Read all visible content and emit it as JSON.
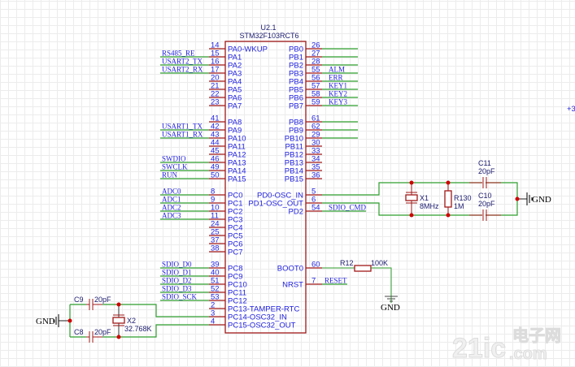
{
  "chip": {
    "ref": "U2.1",
    "part": "STM32F103RCT6",
    "left_groups": [
      [
        {
          "num": "14",
          "name": "PA0-WKUP"
        },
        {
          "num": "15",
          "name": "PA1",
          "net": "RS485_RE"
        },
        {
          "num": "16",
          "name": "PA2",
          "net": "USART2_TX"
        },
        {
          "num": "17",
          "name": "PA3",
          "net": "USART2_RX"
        },
        {
          "num": "20",
          "name": "PA4"
        },
        {
          "num": "21",
          "name": "PA5"
        },
        {
          "num": "22",
          "name": "PA6"
        },
        {
          "num": "23",
          "name": "PA7"
        }
      ],
      [
        {
          "num": "41",
          "name": "PA8"
        },
        {
          "num": "42",
          "name": "PA9",
          "net": "USART1_TX"
        },
        {
          "num": "43",
          "name": "PA10",
          "net": "USART1_RX"
        },
        {
          "num": "44",
          "name": "PA11"
        },
        {
          "num": "45",
          "name": "PA12"
        },
        {
          "num": "46",
          "name": "PA13",
          "net": "SWDIO"
        },
        {
          "num": "49",
          "name": "PA14",
          "net": "SWCLK"
        },
        {
          "num": "50",
          "name": "PA15",
          "net": "RUN"
        }
      ],
      [
        {
          "num": "8",
          "name": "PC0",
          "net": "ADC0"
        },
        {
          "num": "9",
          "name": "PC1",
          "net": "ADC1"
        },
        {
          "num": "10",
          "name": "PC2",
          "net": "ADC2"
        },
        {
          "num": "11",
          "name": "PC3",
          "net": "ADC3"
        },
        {
          "num": "24",
          "name": "PC4"
        },
        {
          "num": "25",
          "name": "PC5"
        },
        {
          "num": "37",
          "name": "PC6"
        },
        {
          "num": "38",
          "name": "PC7"
        }
      ],
      [
        {
          "num": "39",
          "name": "PC8",
          "net": "SDIO_D0"
        },
        {
          "num": "40",
          "name": "PC9",
          "net": "SDIO_D1"
        },
        {
          "num": "51",
          "name": "PC10",
          "net": "SDIO_D2"
        },
        {
          "num": "52",
          "name": "PC11",
          "net": "SDIO_D3"
        },
        {
          "num": "53",
          "name": "PC12",
          "net": "SDIO_SCK"
        },
        {
          "num": "2",
          "name": "PC13-TAMPER-RTC"
        },
        {
          "num": "3",
          "name": "PC14-OSC32_IN"
        },
        {
          "num": "4",
          "name": "PC15-OSC32_OUT"
        }
      ]
    ],
    "right_groups": [
      [
        {
          "num": "26",
          "name": "PB0",
          "wire": true
        },
        {
          "num": "27",
          "name": "PB1",
          "wire": true
        },
        {
          "num": "28",
          "name": "PB2",
          "wire": true
        },
        {
          "num": "55",
          "name": "PB3",
          "net": "ALM"
        },
        {
          "num": "56",
          "name": "PB4",
          "net": "ERR"
        },
        {
          "num": "57",
          "name": "PB5",
          "net": "KEY1"
        },
        {
          "num": "58",
          "name": "PB6",
          "net": "KEY2"
        },
        {
          "num": "59",
          "name": "PB7",
          "net": "KEY3"
        }
      ],
      [
        {
          "num": "61",
          "name": "PB8",
          "wire": true
        },
        {
          "num": "62",
          "name": "PB9",
          "wire": true
        },
        {
          "num": "29",
          "name": "PB10",
          "wire": true
        },
        {
          "num": "30",
          "name": "PB11"
        },
        {
          "num": "33",
          "name": "PB12"
        },
        {
          "num": "34",
          "name": "PB13"
        },
        {
          "num": "35",
          "name": "PB14"
        },
        {
          "num": "36",
          "name": "PB15"
        }
      ],
      [
        {
          "num": "5",
          "name": "PD0-OSC_IN"
        },
        {
          "num": "6",
          "name": "PD1-OSC_OUT"
        },
        {
          "num": "54",
          "name": "PD2",
          "net": "SDIO_CMD"
        }
      ],
      [
        {
          "num": "60",
          "name": "BOOT0"
        },
        null,
        {
          "num": "7",
          "name": "NRST",
          "net": "RESET"
        }
      ]
    ]
  },
  "components": {
    "x1": {
      "ref": "X1",
      "value": "8MHz"
    },
    "r130": {
      "ref": "R130",
      "value": "1M"
    },
    "c11": {
      "ref": "C11",
      "value": "20pF"
    },
    "c10": {
      "ref": "C10",
      "value": "20pF"
    },
    "r12": {
      "ref": "R12",
      "value": "100K"
    },
    "c9": {
      "ref": "C9",
      "value": "20pF"
    },
    "c8": {
      "ref": "C8",
      "value": "20pF"
    },
    "x2": {
      "ref": "X2",
      "value": "32.768K"
    }
  },
  "gnd_label": "GND",
  "edge_text": "+3",
  "watermark": {
    "brand": "21ic",
    "cn": "电子网",
    "domain": ".com"
  },
  "colors": {
    "wire": "#2e9e2e",
    "pin": "#a01818",
    "text": "#1f1fe0",
    "junction": "#d00000"
  }
}
